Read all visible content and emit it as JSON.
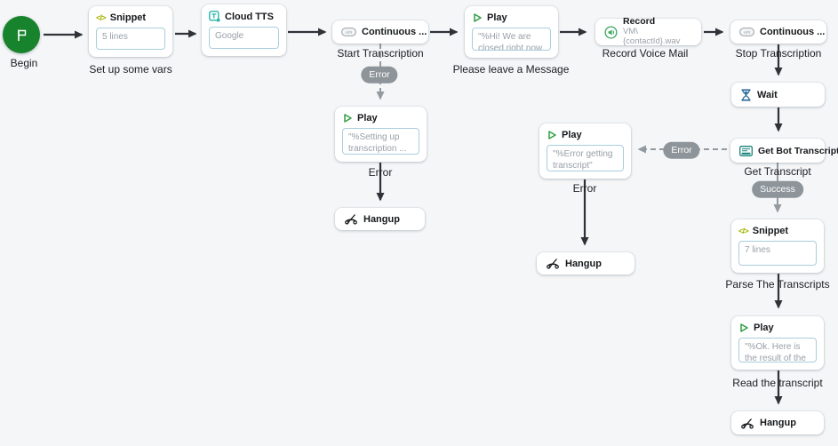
{
  "begin": {
    "label": "Begin"
  },
  "nodes": {
    "snippet1": {
      "title": "Snippet",
      "value": "5 lines"
    },
    "cloudtts": {
      "title": "Cloud TTS",
      "value": "Google"
    },
    "continuous1": {
      "title": "Continuous ..."
    },
    "play1": {
      "title": "Play",
      "value": "\"%Hi! We are closed right now, ..."
    },
    "record": {
      "title": "Record",
      "subtitle": "VM\\{contactId}.wav"
    },
    "continuous2": {
      "title": "Continuous ..."
    },
    "wait": {
      "title": "Wait"
    },
    "getbot": {
      "title": "Get Bot Transcript"
    },
    "snippet2": {
      "title": "Snippet",
      "value": "7 lines"
    },
    "play_read": {
      "title": "Play",
      "value": "\"%Ok. Here is the result of the ..."
    },
    "hangup_main": {
      "title": "Hangup"
    },
    "play_err1": {
      "title": "Play",
      "value": "\"%Setting up transcription ..."
    },
    "hangup_err1": {
      "title": "Hangup"
    },
    "play_err2": {
      "title": "Play",
      "value": "\"%Error getting transcript\""
    },
    "hangup_err2": {
      "title": "Hangup"
    }
  },
  "captions": {
    "snippet1": "Set up some vars",
    "continuous1": "Start Transcription",
    "play1": "Please leave a Message",
    "record": "Record Voice Mail",
    "continuous2": "Stop Transcription",
    "getbot": "Get Transcript",
    "snippet2": "Parse The Transcripts",
    "play_read": "Read the transcript",
    "play_err1": "Error",
    "play_err2": "Error"
  },
  "badges": {
    "error_start": "Error",
    "error_getbot": "Error",
    "success": "Success"
  },
  "icon_labels": {
    "api": "API"
  },
  "colors": {
    "canvas_bg": "#f4f6f8",
    "begin_green": "#17832c",
    "play_green": "#2f9e44",
    "record_green": "#3aa55d",
    "snippet_yellow": "#aab607",
    "tts_teal": "#2ab4a6",
    "transcript_teal": "#17837b",
    "wait_navy": "#1c5f93",
    "arrow_black": "#2f3237",
    "connector_gray": "#939aa0",
    "badge_gray": "#8d949a",
    "input_border": "#a9cedd"
  }
}
